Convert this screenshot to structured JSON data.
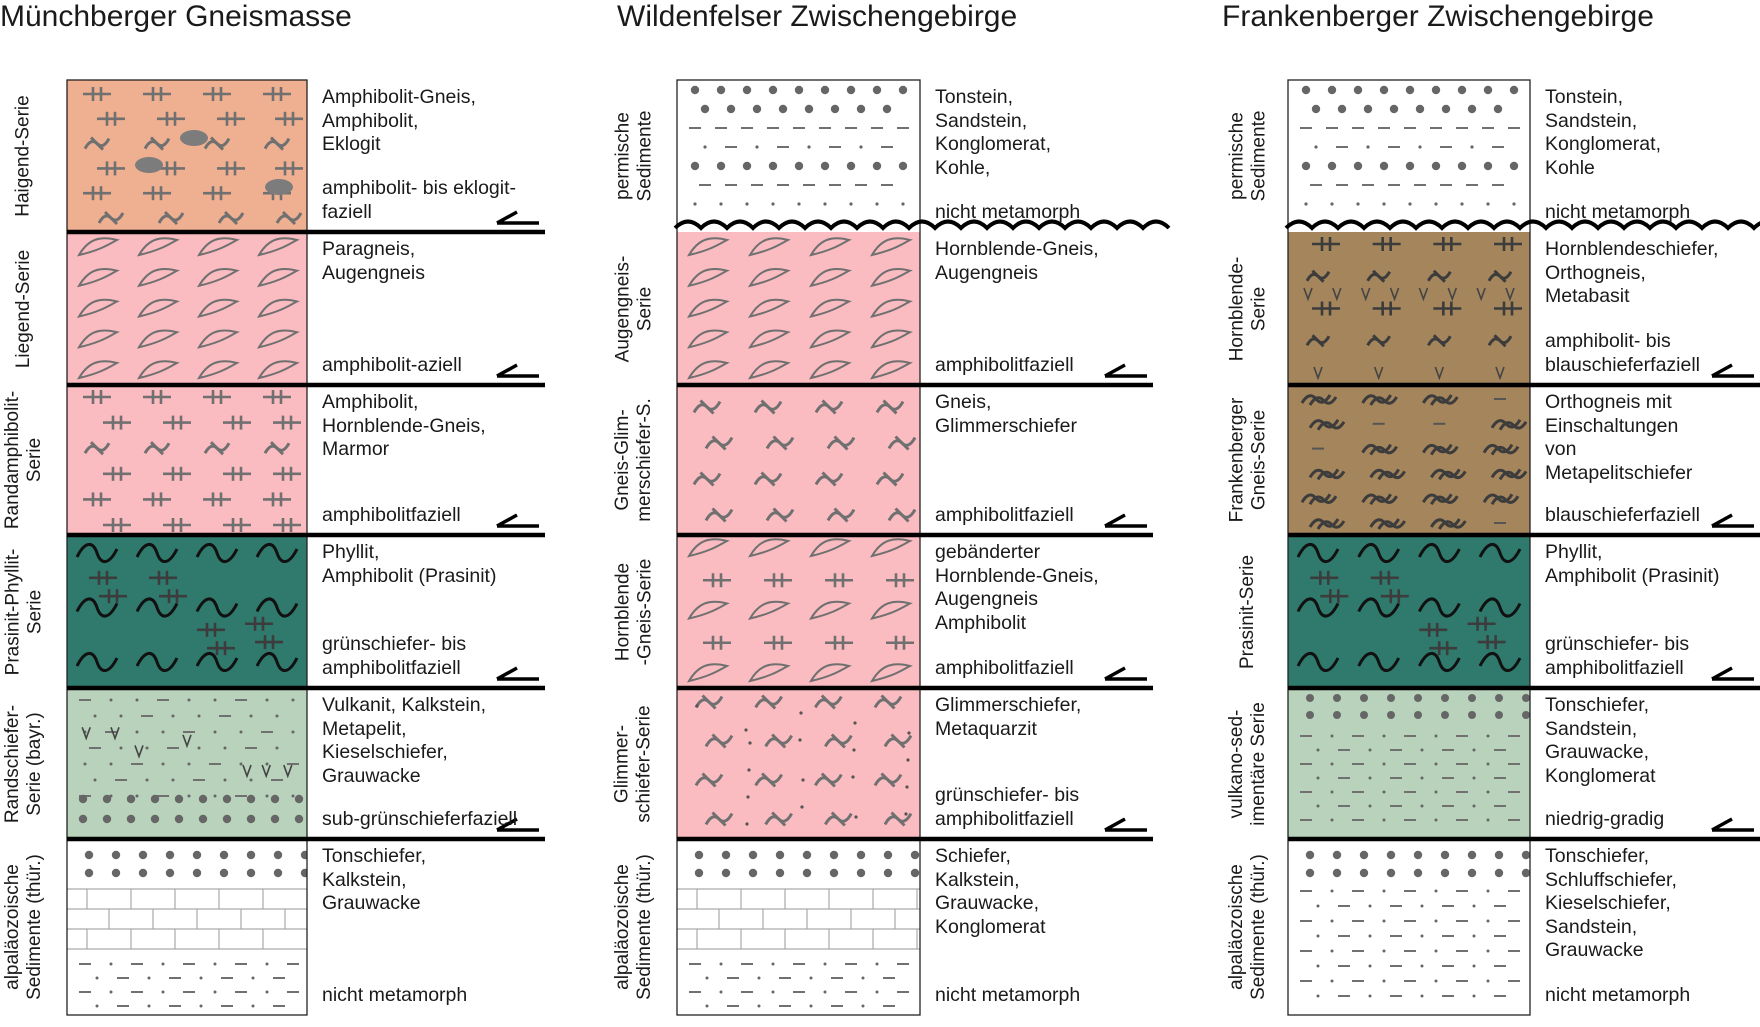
{
  "colors": {
    "haigend": "#eeb090",
    "pink": "#fbbcc1",
    "teal": "#2f7a6d",
    "green": "#b8d2bc",
    "brown": "#a4855c",
    "white": "#ffffff",
    "symbol_gray": "#707070",
    "symbol_dark": "#3c3c3c",
    "border": "#1a1a1a"
  },
  "columns": [
    {
      "title": "Münchberger Gneismasse",
      "units": [
        {
          "label": "Haigend-Serie",
          "lines": [
            "Amphibolit-Gneis,",
            "Amphibolit,",
            "Eklogit"
          ],
          "facies": [
            "amphibolit- bis eklogit-",
            "faziell"
          ],
          "fill": "haigend",
          "pattern": "haigend",
          "top": "thrust"
        },
        {
          "label": "Liegend-Serie",
          "lines": [
            "Paragneis,",
            "Augengneis"
          ],
          "facies": [
            "amphibolit-aziell"
          ],
          "fill": "pink",
          "pattern": "augen",
          "top": "thrust"
        },
        {
          "label": "Randamphibolit-\nSerie",
          "lines": [
            "Amphibolit,",
            "Hornblende-Gneis,",
            "Marmor"
          ],
          "facies": [
            "amphibolitfaziell"
          ],
          "fill": "pink",
          "pattern": "amph",
          "top": "thrust"
        },
        {
          "label": "Prasinit-Phyllit-\nSerie",
          "lines": [
            "Phyllit,",
            "Amphibolit (Prasinit)"
          ],
          "facies": [
            "grünschiefer- bis",
            "amphibolitfaziell"
          ],
          "fill": "teal",
          "pattern": "prasinit",
          "top": "thrust"
        },
        {
          "label": "Randschiefer-\nSerie (bayr.)",
          "lines": [
            "Vulkanit, Kalkstein,",
            "Metapelit,",
            "Kieselschiefer,",
            "Grauwacke"
          ],
          "facies": [
            "sub-grünschieferfaziell"
          ],
          "fill": "green",
          "pattern": "randschiefer",
          "top": "thrust"
        },
        {
          "label": "alpaläozoische\nSedimente (thür.)",
          "lines": [
            "Tonschiefer,",
            "Kalkstein,",
            "Grauwacke"
          ],
          "facies": [
            "nicht metamorph"
          ],
          "fill": "white",
          "pattern": "thuer",
          "top": "thrust"
        }
      ]
    },
    {
      "title": "Wildenfelser Zwischengebirge",
      "units": [
        {
          "label": "permische\nSedimente",
          "lines": [
            "Tonstein,",
            "Sandstein,",
            "Konglomerat,",
            "Kohle,"
          ],
          "facies": [
            "nicht metamorph"
          ],
          "fill": "white",
          "pattern": "perm",
          "top": "none"
        },
        {
          "label": "Augengneis-\nSerie",
          "lines": [
            "Hornblende-Gneis,",
            "Augengneis"
          ],
          "facies": [
            "amphibolitfaziell"
          ],
          "fill": "pink",
          "pattern": "augen",
          "top": "wavy"
        },
        {
          "label": "Gneis-Glim-\nmerschiefer-S.",
          "lines": [
            "Gneis,",
            "Glimmerschiefer"
          ],
          "facies": [
            "amphibolitfaziell"
          ],
          "fill": "pink",
          "pattern": "gneisglim",
          "top": "thrust"
        },
        {
          "label": "Hornblende\n-Gneis-Serie",
          "lines": [
            "gebänderter",
            "Hornblende-Gneis,",
            "Augengneis",
            "Amphibolit"
          ],
          "facies": [
            "amphibolitfaziell"
          ],
          "fill": "pink",
          "pattern": "hornblendegneis",
          "top": "thrust"
        },
        {
          "label": "Glimmer-\nschiefer-Serie",
          "lines": [
            "Glimmerschiefer,",
            "Metaquarzit"
          ],
          "facies": [
            "grünschiefer- bis",
            "amphibolitfaziell"
          ],
          "fill": "pink",
          "pattern": "glimmer",
          "top": "thrust"
        },
        {
          "label": "alpaläozoische\nSedimente (thür.)",
          "lines": [
            "Schiefer,",
            "Kalkstein,",
            "Grauwacke,",
            "Konglomerat"
          ],
          "facies": [
            "nicht metamorph"
          ],
          "fill": "white",
          "pattern": "thuer",
          "top": "thrust"
        }
      ]
    },
    {
      "title": "Frankenberger Zwischengebirge",
      "units": [
        {
          "label": "permische\nSedimente",
          "lines": [
            "Tonstein,",
            "Sandstein,",
            "Konglomerat,",
            "Kohle"
          ],
          "facies": [
            "nicht metamorph"
          ],
          "fill": "white",
          "pattern": "perm",
          "top": "none"
        },
        {
          "label": "Hornblende-\nSerie",
          "lines": [
            "Hornblendeschiefer,",
            "Orthogneis,",
            "Metabasit"
          ],
          "facies": [
            "amphibolit- bis",
            "blauschieferfaziell"
          ],
          "fill": "brown",
          "pattern": "hornblendeserie",
          "top": "wavy"
        },
        {
          "label": "Frankenberger\nGneis-Serie",
          "lines": [
            "Orthogneis mit",
            "Einschaltungen",
            "von",
            "Metapelitschiefer"
          ],
          "facies": [
            "blauschieferfaziell"
          ],
          "fill": "brown",
          "pattern": "frankgneis",
          "top": "thrust"
        },
        {
          "label": "Prasinit-Serie",
          "lines": [
            "Phyllit,",
            "Amphibolit (Prasinit)"
          ],
          "facies": [
            "grünschiefer- bis",
            "amphibolitfaziell"
          ],
          "fill": "teal",
          "pattern": "prasinit",
          "top": "thrust"
        },
        {
          "label": "vulkano-sed-\nimentäre Serie",
          "lines": [
            "Tonschiefer,",
            "Sandstein,",
            "Grauwacke,",
            "Konglomerat"
          ],
          "facies": [
            "niedrig-gradig"
          ],
          "fill": "green",
          "pattern": "vulkano",
          "top": "thrust"
        },
        {
          "label": "alpaläozoische\nSedimente (thür.)",
          "lines": [
            "Tonschiefer,",
            "Schluffschiefer,",
            "Kieselschiefer,",
            "Sandstein,",
            "Grauwacke"
          ],
          "facies": [
            "nicht metamorph"
          ],
          "fill": "white",
          "pattern": "frankthuer",
          "top": "thrust"
        }
      ]
    }
  ]
}
